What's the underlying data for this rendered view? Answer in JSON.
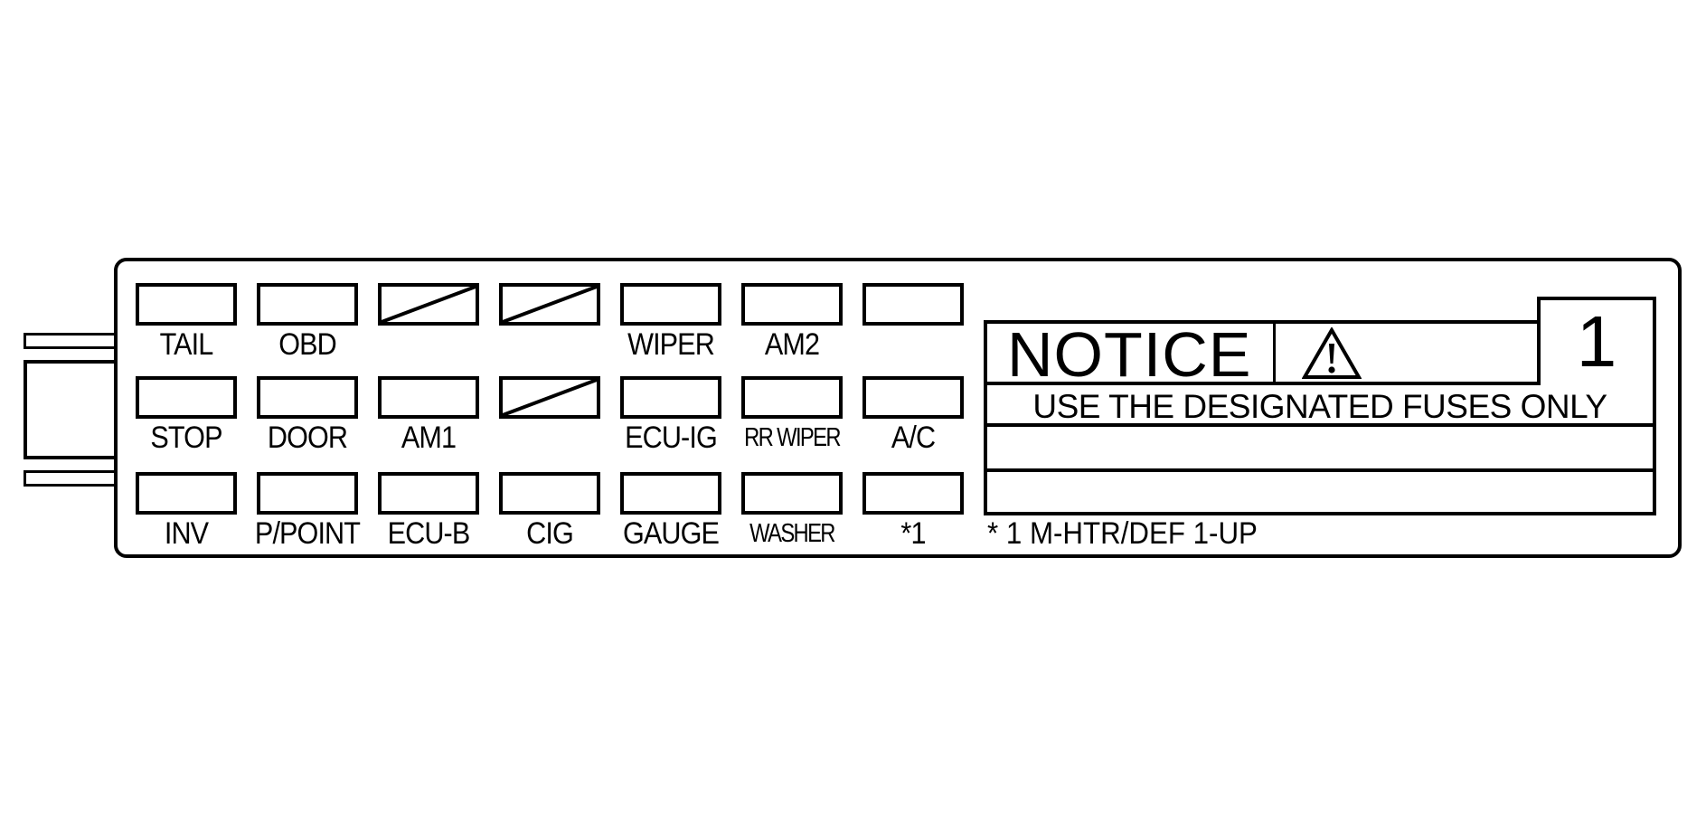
{
  "fuse_panel": {
    "rows": [
      [
        {
          "label": "TAIL",
          "blank": false
        },
        {
          "label": "OBD",
          "blank": false
        },
        {
          "label": "",
          "blank": true
        },
        {
          "label": "",
          "blank": true
        },
        {
          "label": "WIPER",
          "blank": false
        },
        {
          "label": "AM2",
          "blank": false
        },
        {
          "label": "",
          "blank": false
        }
      ],
      [
        {
          "label": "STOP",
          "blank": false
        },
        {
          "label": "DOOR",
          "blank": false
        },
        {
          "label": "AM1",
          "blank": false
        },
        {
          "label": "",
          "blank": true
        },
        {
          "label": "ECU-IG",
          "blank": false
        },
        {
          "label": "RR WIPER",
          "blank": false
        },
        {
          "label": "A/C",
          "blank": false
        }
      ],
      [
        {
          "label": "INV",
          "blank": false
        },
        {
          "label": "P/POINT",
          "blank": false
        },
        {
          "label": "ECU-B",
          "blank": false
        },
        {
          "label": "CIG",
          "blank": false
        },
        {
          "label": "GAUGE",
          "blank": false
        },
        {
          "label": "WASHER",
          "blank": false
        },
        {
          "label": "*1",
          "blank": false
        }
      ]
    ]
  },
  "notice": {
    "title": "NOTICE",
    "icon": "warning-triangle-icon",
    "number": "1",
    "text": "USE THE DESIGNATED FUSES ONLY"
  },
  "footnote": "* 1  M-HTR/DEF 1-UP",
  "colors": {
    "line": "#000000",
    "background": "#ffffff"
  }
}
